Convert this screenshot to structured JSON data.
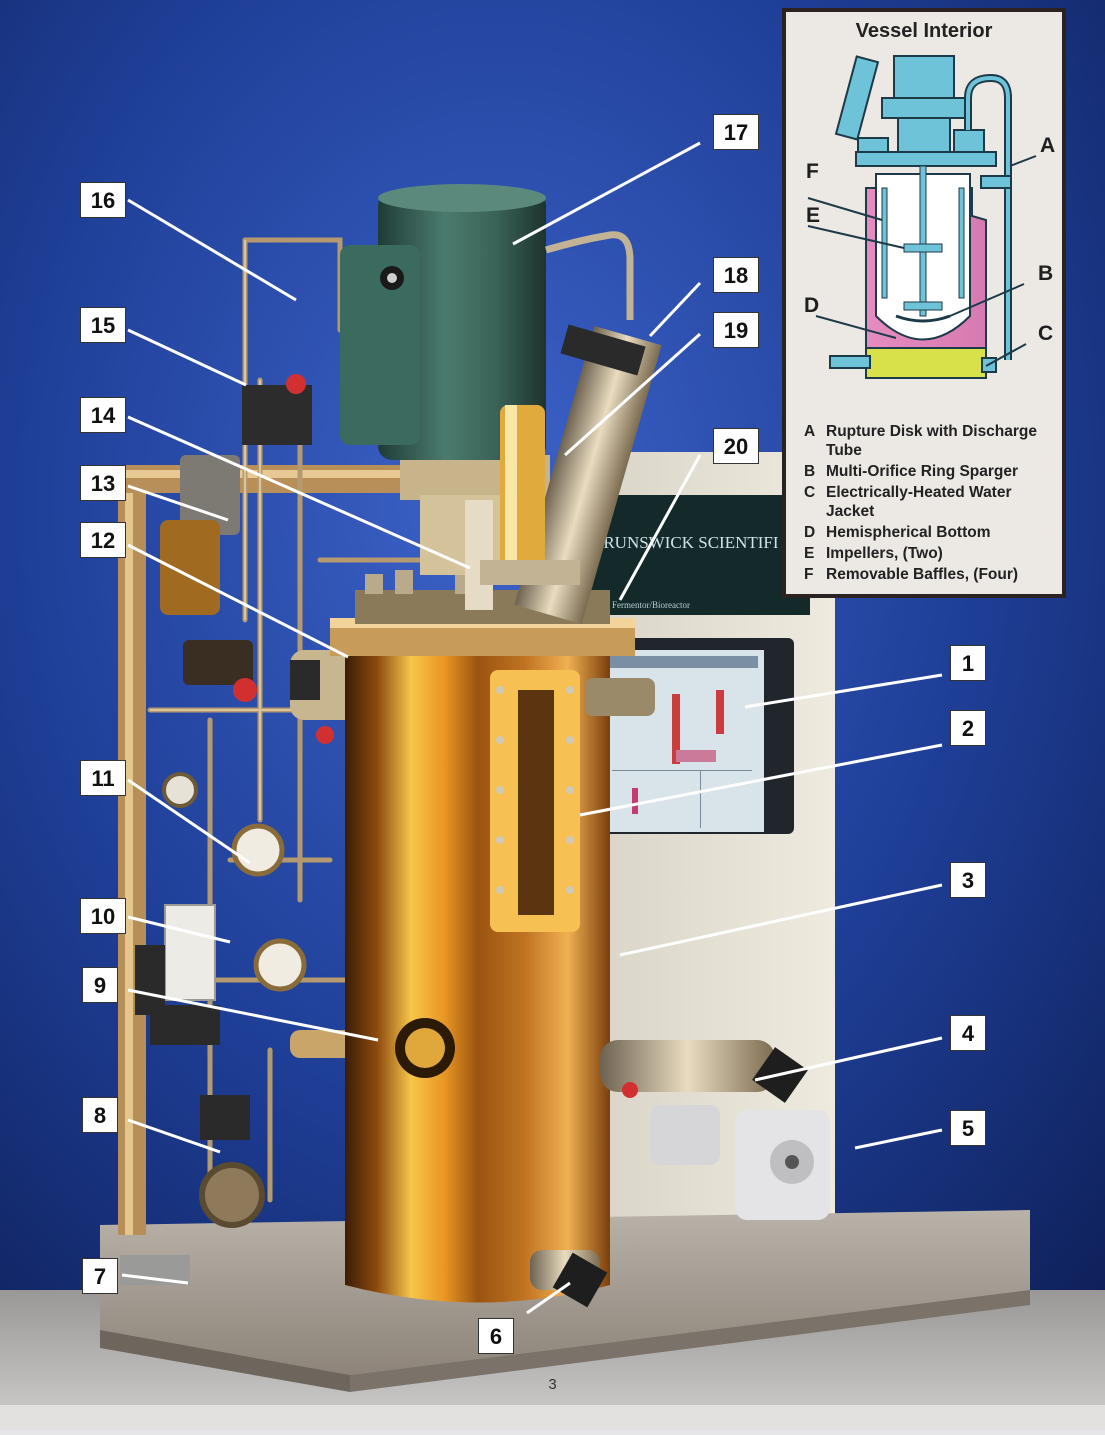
{
  "inset": {
    "title": "Vessel Interior",
    "letters": [
      "A",
      "B",
      "C",
      "D",
      "E",
      "F"
    ],
    "legend": [
      {
        "letter": "A",
        "text": "Rupture Disk with Discharge Tube"
      },
      {
        "letter": "B",
        "text": "Multi-Orifice Ring Sparger"
      },
      {
        "letter": "C",
        "text": "Electrically-Heated Water Jacket"
      },
      {
        "letter": "D",
        "text": "Hemispherical Bottom"
      },
      {
        "letter": "E",
        "text": "Impellers, (Two)"
      },
      {
        "letter": "F",
        "text": "Removable Baffles, (Four)"
      }
    ]
  },
  "equipment_text": {
    "brand": "BRUNSWICK SCIENTIFI",
    "subtitle": "Fermentor/Bioreactor"
  },
  "callouts": [
    "1",
    "2",
    "3",
    "4",
    "5",
    "6",
    "7",
    "8",
    "9",
    "10",
    "11",
    "12",
    "13",
    "14",
    "15",
    "16",
    "17",
    "18",
    "19",
    "20"
  ],
  "page_number": "3",
  "colors": {
    "background_blue": "#1b3a8a",
    "stainless_gold": "#d48a1c",
    "motor_green": "#3f6b5f",
    "jacket_pink": "#e58cc0",
    "bottom_yellow": "#d8e04a",
    "inset_blue": "#6fc3d8"
  }
}
